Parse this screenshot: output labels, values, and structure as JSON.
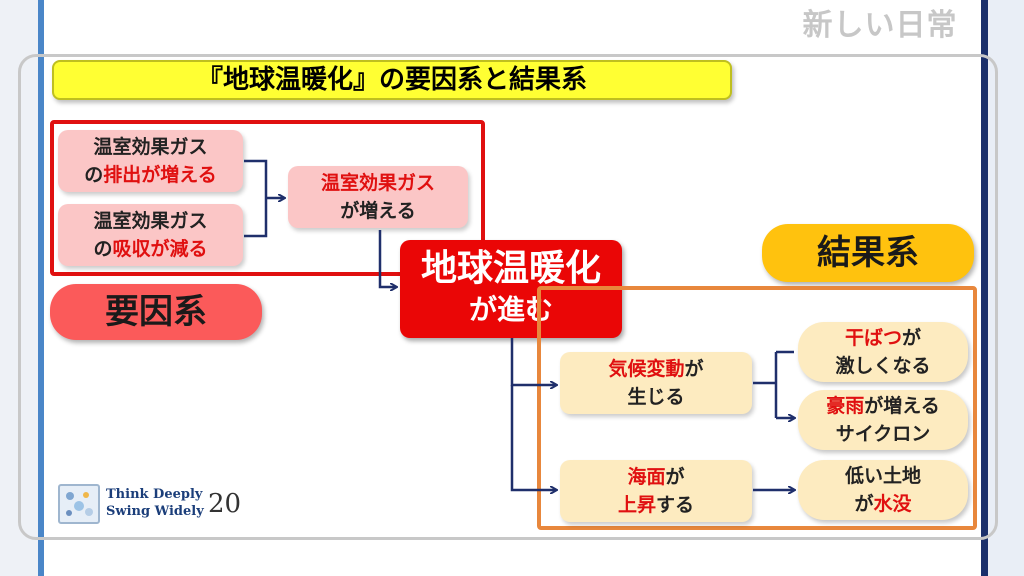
{
  "header": {
    "tag": "新しい日常"
  },
  "title": "『地球温暖化』の要因系と結果系",
  "causes": {
    "label": "要因系",
    "box1": {
      "l1": "温室効果ガス",
      "l2a": "の",
      "l2b": "排出が増える"
    },
    "box2": {
      "l1": "温室効果ガス",
      "l2a": "の",
      "l2b": "吸収が減る"
    },
    "box3": {
      "l1": "温室効果ガス",
      "l2": "が増える"
    }
  },
  "center": {
    "l1": "地球温暖化",
    "l2": "が進む"
  },
  "effects": {
    "label": "結果系",
    "box1": {
      "l1a": "気候変動",
      "l1b": "が",
      "l2": "生じる"
    },
    "box2": {
      "l1a": "海面",
      "l1b": "が",
      "l2a": "上昇",
      "l2b": "する"
    },
    "result1": {
      "l1a": "干ばつ",
      "l1b": "が",
      "l2": "激しくなる"
    },
    "result2": {
      "l1a": "豪雨",
      "l1b": "が増える",
      "l2": "サイクロン"
    },
    "result3": {
      "l1": "低い土地",
      "l2a": "が",
      "l2b": "水没"
    }
  },
  "logo": {
    "line1": "Think Deeply",
    "line2": "Swing Widely",
    "number": "20"
  },
  "colors": {
    "accent_red": "#e01010",
    "arrow_navy": "#1f2f6b",
    "frame_orange": "#e8873c",
    "title_yellow": "#ffff33",
    "label_gold": "#ffc20e"
  }
}
